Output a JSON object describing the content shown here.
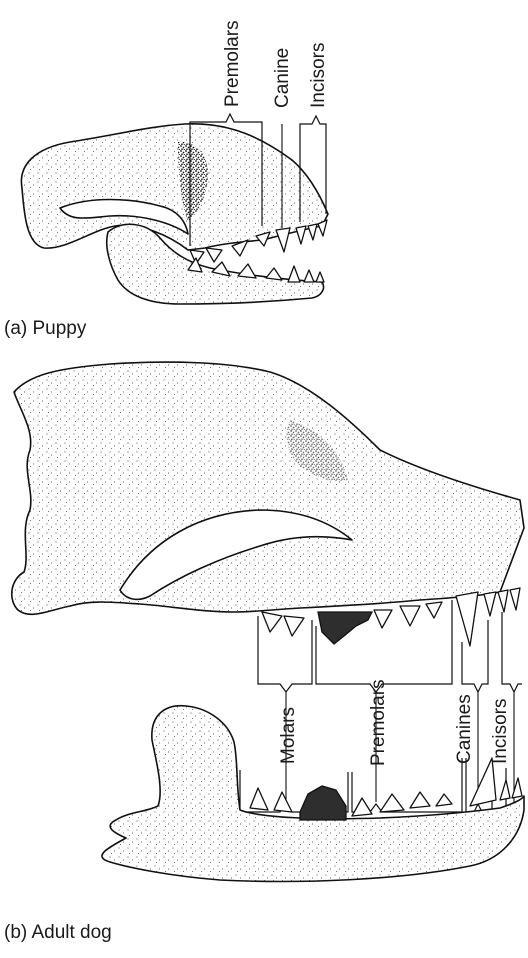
{
  "captions": {
    "puppy": "(a) Puppy",
    "adult": "(b) Adult dog"
  },
  "puppy_labels": {
    "premolars": "Premolars",
    "canine": "Canine",
    "incisors": "Incisors"
  },
  "adult_labels": {
    "molars": "Molars",
    "premolars": "Premolars",
    "canines": "Canines",
    "incisors": "Incisors"
  }
}
